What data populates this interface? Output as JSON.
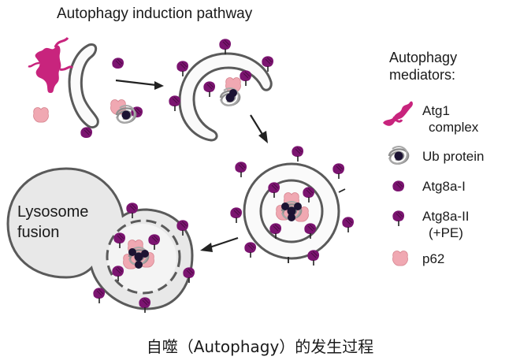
{
  "diagram": {
    "title": "Autophagy induction pathway",
    "lysosome_label_line1": "Lysosome",
    "lysosome_label_line2": "fusion",
    "caption": "自噬（Autophagy）的发生过程"
  },
  "legend": {
    "heading_line1": "Autophagy",
    "heading_line2": "mediators:",
    "items": [
      {
        "line1": "Atg1",
        "line2": "complex",
        "icon": "atg1-complex-icon"
      },
      {
        "line1": "Ub protein",
        "line2": "",
        "icon": "ub-protein-icon"
      },
      {
        "line1": "Atg8a-I",
        "line2": "",
        "icon": "atg8a-i-icon"
      },
      {
        "line1": "Atg8a-II",
        "line2": "(+PE)",
        "icon": "atg8a-ii-icon"
      },
      {
        "line1": "p62",
        "line2": "",
        "icon": "p62-icon"
      }
    ]
  },
  "colors": {
    "membrane": "#5a5a5a",
    "atg1": "#c8247d",
    "atg8a": "#7b1470",
    "ub_protein_core": "#1c1333",
    "ub_protein_coil": "#8e8e8e",
    "p62": "#f0a8b2",
    "lysosome_fill": "#e8e8e8",
    "vesicle_fill": "#f4f4f4"
  }
}
